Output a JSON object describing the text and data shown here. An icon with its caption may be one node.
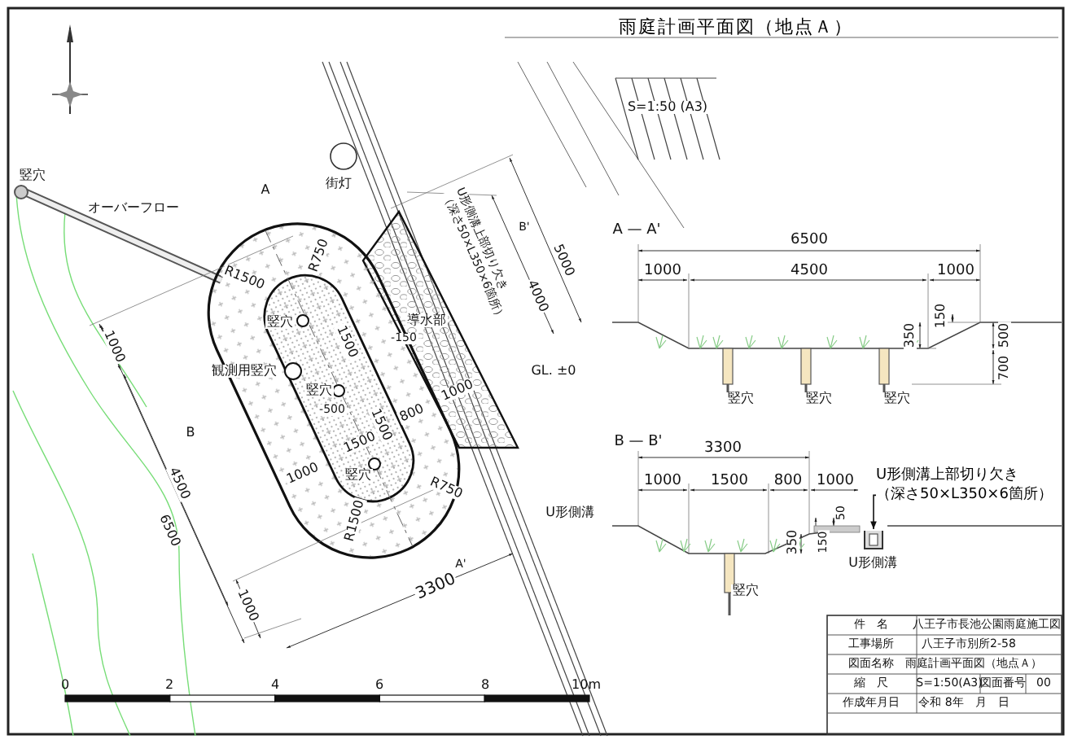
{
  "diagram": {
    "title": "雨庭計画平面図（地点Ａ）",
    "nodes": [
      {
        "text": [
          "U形側溝上部切り欠き（深さ50×L350×6箇所）"
        ]
      },
      {
        "text": [],
        "shape": "box",
        "beside": [
          "U形側溝"
        ]
      }
    ],
    "edges": [
      {
        "from": 0,
        "to": 1,
        "arrow": "to"
      }
    ],
    "labels": [
      "S=1:50 (A3)",
      "竪穴",
      "オーバーフロー",
      "街灯",
      "A",
      "R750",
      "R1500",
      "U形側溝上部切り欠き（深さ50×L350×6箇所）",
      "B'",
      "5000",
      "4000",
      "導水部",
      "-150",
      "GL. ±0",
      "竪穴",
      "1500",
      "観測用竪穴",
      "竪穴",
      "-500",
      "1500",
      "800",
      "1000",
      "1500",
      "B",
      "1000",
      "竪穴",
      "R750",
      "R1500",
      "U形側溝",
      "1000",
      "4500",
      "6500",
      "A'",
      "3300",
      "1000",
      "A — A'",
      "6500",
      "1000",
      "4500",
      "1000",
      "150",
      "350",
      "500",
      "700",
      "竪穴",
      "竪穴",
      "竪穴",
      "B — B'",
      "3300",
      "1000",
      "1500",
      "800",
      "1000",
      "150",
      "50",
      "350",
      "竪穴",
      "0",
      "2",
      "4",
      "6",
      "8",
      "10m",
      "件　名",
      "八王子市長池公園雨庭施工図",
      "工事場所",
      "八王子市別所2-58",
      "図面名称",
      "雨庭計画平面図（地点Ａ）",
      "縮　尺",
      "S=1:50(A3)",
      "図面番号",
      "00",
      "作成年月日",
      "令和 8年　月　日"
    ]
  }
}
